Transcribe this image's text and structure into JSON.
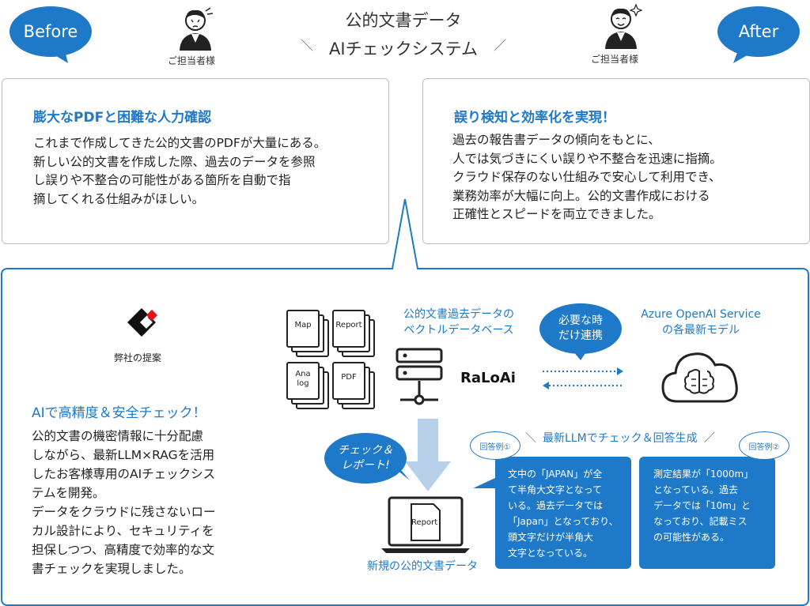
{
  "header": {
    "title_line1": "公的文書データ",
    "title_line2": "AIチェックシステム",
    "before_label": "Before",
    "after_label": "After",
    "person_label_left": "ご担当者様",
    "person_label_right": "ご担当者様"
  },
  "before_panel": {
    "title": "膨大なPDFと困難な人力確認",
    "lines": [
      "これまで作成してきた公的文書のPDFが大量にある。",
      "新しい公的文書を作成した際、過去のデータを参照",
      "し誤りや不整合の可能性がある箇所を自動で指",
      "摘してくれる仕組みがほしい。"
    ]
  },
  "after_panel": {
    "title": "誤り検知と効率化を実現！",
    "lines": [
      "過去の報告書データの傾向をもとに、",
      "人では気づきにくい誤りや不整合を迅速に指摘。",
      "クラウド保存のない仕組みで安心して利用でき、",
      "業務効率が大幅に向上。公的文書作成における",
      "正確性とスピードを両立できました。"
    ]
  },
  "proposal": {
    "company_label": "弊社の提案",
    "title": "AIで高精度＆安全チェック！",
    "lines": [
      "公的文書の機密情報に十分配慮",
      "しながら、最新LLM×RAGを活用",
      "したお客様専用のAIチェックシス",
      "テムを開発。",
      "データをクラウドに残さないロー",
      "カル設計により、セキュリティを",
      "担保しつつ、高精度で効率的な文",
      "書チェックを実現しました。"
    ]
  },
  "diagram": {
    "doc_labels": [
      "Map",
      "Report",
      "Ana\nlog",
      "PDF"
    ],
    "vector_db_line1": "公的文書過去データの",
    "vector_db_line2": "ベクトルデータベース",
    "raloai": "RaLoAi",
    "bubble_line1": "必要な時",
    "bubble_line2": "だけ連携",
    "azure_line1": "Azure OpenAI Service",
    "azure_line2": "の各最新モデル",
    "check_line1": "チェック＆",
    "check_line2": "レポート!",
    "new_doc_label": "新規の公的文書データ",
    "laptop_doc_label": "Report",
    "llm_caption": "最新LLMでチェック＆回答生成",
    "answer1_tag": "回答例①",
    "answer2_tag": "回答例②",
    "answer1_lines": [
      "文中の「JAPAN」が全",
      "て半角大文字となって",
      "いる。過去データでは",
      "「Japan」となっており、",
      "頭文字だけが半角大",
      "文字となっている。"
    ],
    "answer2_lines": [
      "測定結果が「1000m」",
      "となっている。過去",
      "データでは「10m」と",
      "なっており、記載ミス",
      "の可能性がある。"
    ]
  }
}
